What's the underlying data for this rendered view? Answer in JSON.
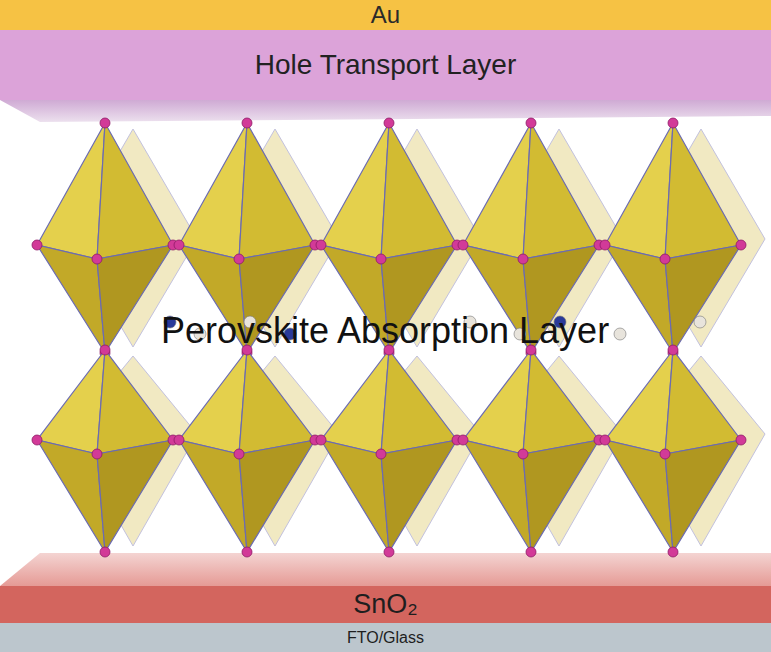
{
  "diagram": {
    "nodes": [
      {
        "text": [
          "Au"
        ]
      },
      {
        "text": [
          "Hole Transport Layer"
        ]
      },
      {
        "text": [
          "Perovskite Absorption Layer"
        ]
      },
      {
        "text": [
          "SnO₂"
        ]
      },
      {
        "text": [
          "FTO/Glass"
        ]
      }
    ]
  }
}
